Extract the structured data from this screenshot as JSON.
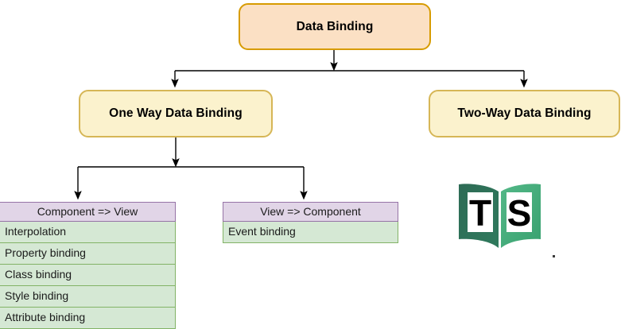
{
  "diagram": {
    "title_node": {
      "label": "Data Binding"
    },
    "branch_nodes": [
      {
        "label": "One Way Data Binding"
      },
      {
        "label": "Two-Way Data Binding"
      }
    ],
    "tables": [
      {
        "header": "Component => View",
        "rows": [
          "Interpolation",
          "Property binding",
          "Class binding",
          "Style binding",
          "Attribute binding"
        ]
      },
      {
        "header": "View => Component",
        "rows": [
          "Event binding"
        ]
      }
    ],
    "logo": {
      "name": "typescript-book-logo",
      "letters": "TS"
    },
    "colors": {
      "root_fill": "#fbe0c4",
      "root_stroke": "#d79b00",
      "branch_fill": "#fbf2cd",
      "branch_stroke": "#d6b656",
      "table_header_fill": "#e1d5e7",
      "table_header_stroke": "#9673a6",
      "table_row_fill": "#d5e8d4",
      "table_row_stroke": "#82b366",
      "edge_stroke": "#000000",
      "logo_green_dark": "#2e6b55",
      "logo_green_light": "#45b07c"
    }
  }
}
